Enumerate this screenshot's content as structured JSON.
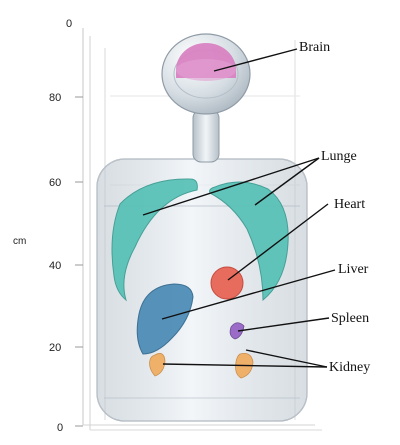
{
  "axis": {
    "unit": "cm",
    "ticks": [
      "0",
      "20",
      "40",
      "60",
      "80",
      "0"
    ]
  },
  "labels": {
    "brain": "Brain",
    "lunge": "Lunge",
    "heart": "Heart",
    "liver": "Liver",
    "spleen": "Spleen",
    "kidney": "Kidney"
  },
  "colors": {
    "background": "#ffffff",
    "phantom_body": "#dbe2e8",
    "brain": "#d883c2",
    "lung": "#56c1b6",
    "heart": "#e86c5e",
    "liver": "#4f8db7",
    "spleen": "#9a6cc8",
    "kidney": "#efb06a"
  }
}
